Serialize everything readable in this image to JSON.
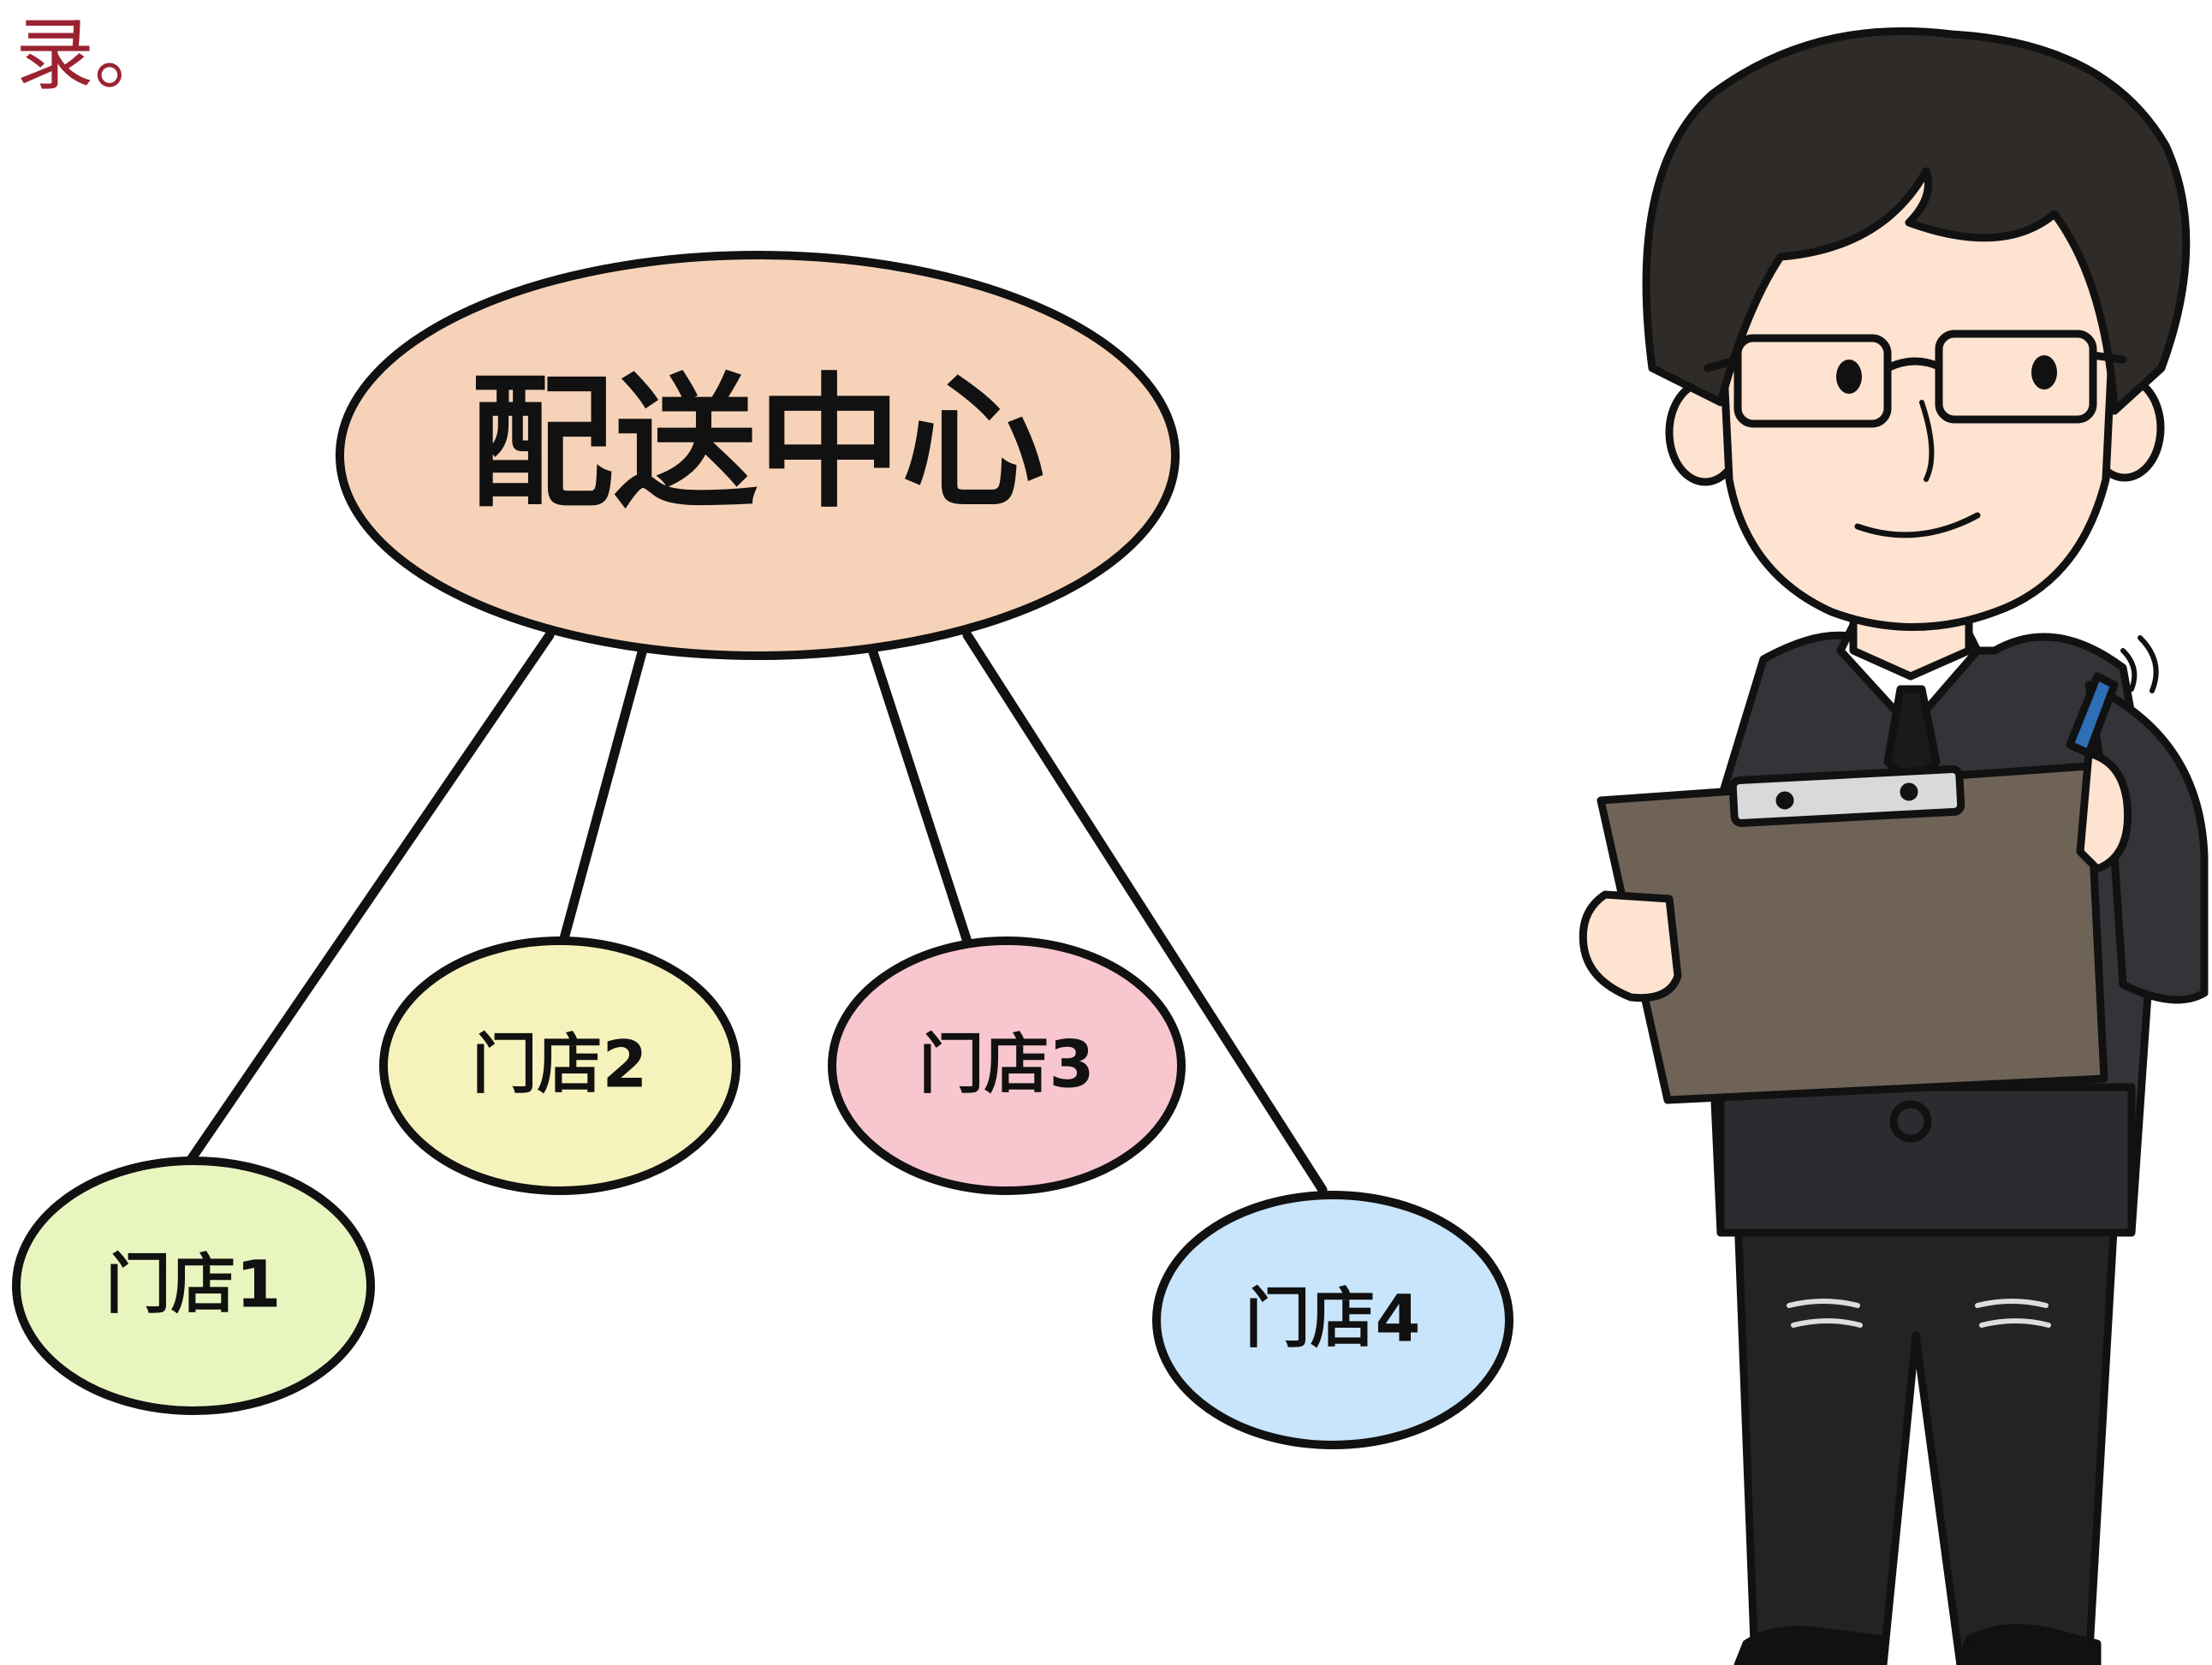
{
  "fragment_text": "录。",
  "colors": {
    "fragment_text": "#9b2230",
    "center_fill": "#f6d3b8",
    "store1_fill": "#e8f5bf",
    "store2_fill": "#f5f2bb",
    "store3_fill": "#f8c6cf",
    "store4_fill": "#c8e5fb",
    "outline": "#111111"
  },
  "diagram": {
    "center": {
      "label": "配送中心"
    },
    "stores": [
      {
        "label": "门店1"
      },
      {
        "label": "门店2"
      },
      {
        "label": "门店3"
      },
      {
        "label": "门店4"
      }
    ]
  },
  "illustration": {
    "figure": "man-in-suit-with-clipboard-illustration"
  }
}
